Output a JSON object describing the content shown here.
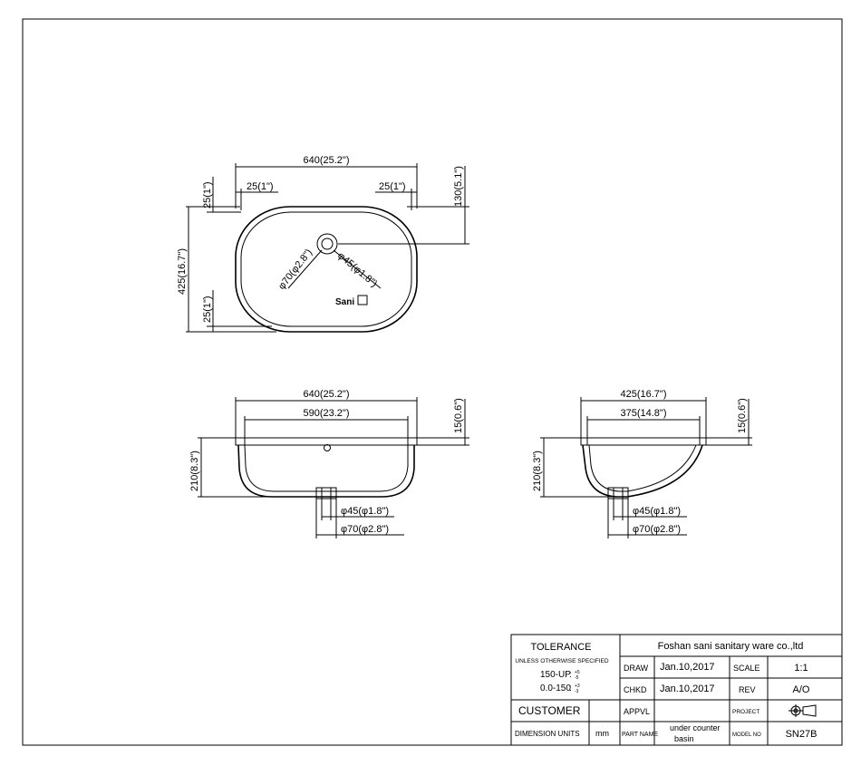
{
  "top_view": {
    "width_label": "640(25.2\")",
    "left_margin_label": "25(1\")",
    "right_margin_label": "25(1\")",
    "offset_label": "130(5.1\")",
    "top_margin_label": "25(1\")",
    "depth_label": "425(16.7\")",
    "bottom_margin_label": "25(1\")",
    "drain_outer_label": "φ70(φ2.8\")",
    "drain_inner_label": "φ45(φ1.8\")",
    "logo_text": "Sani"
  },
  "front_view": {
    "outer_width_label": "640(25.2\")",
    "inner_width_label": "590(23.2\")",
    "rim_label": "15(0.6\")",
    "height_label": "210(8.3\")",
    "drain_inner_label": "φ45(φ1.8\")",
    "drain_outer_label": "φ70(φ2.8\")"
  },
  "side_view": {
    "outer_width_label": "425(16.7\")",
    "inner_width_label": "375(14.8\")",
    "rim_label": "15(0.6\")",
    "height_label": "210(8.3\")",
    "drain_inner_label": "φ45(φ1.8\")",
    "drain_outer_label": "φ70(φ2.8\")"
  },
  "title_block": {
    "tolerance": "TOLERANCE",
    "unless": "UNLESS OTHERWISE SPECIFIED",
    "tol1": "150-UP",
    "tol1_sup": "+5",
    "tol1_sub": "-5",
    "tol2": "0.0-150",
    "tol2_sup": "+3",
    "tol2_sub": "-3",
    "company": "Foshan sani sanitary ware co.,ltd",
    "draw_label": "DRAW",
    "draw_date": "Jan.10,2017",
    "scale_label": "SCALE",
    "scale_value": "1:1",
    "chkd_label": "CHKD",
    "chkd_date": "Jan.10,2017",
    "rev_label": "REV",
    "rev_value": "A/O",
    "customer_label": "CUSTOMER",
    "appvl_label": "APPVL",
    "project_label": "PROJECT",
    "dim_units_label": "DIMENSION UNITS",
    "dim_units_value": "mm",
    "part_name_label": "PART NAME",
    "part_name_line1": "under counter",
    "part_name_line2": "basin",
    "model_no_label": "MODEL NO",
    "model_no_value": "SN27B"
  }
}
